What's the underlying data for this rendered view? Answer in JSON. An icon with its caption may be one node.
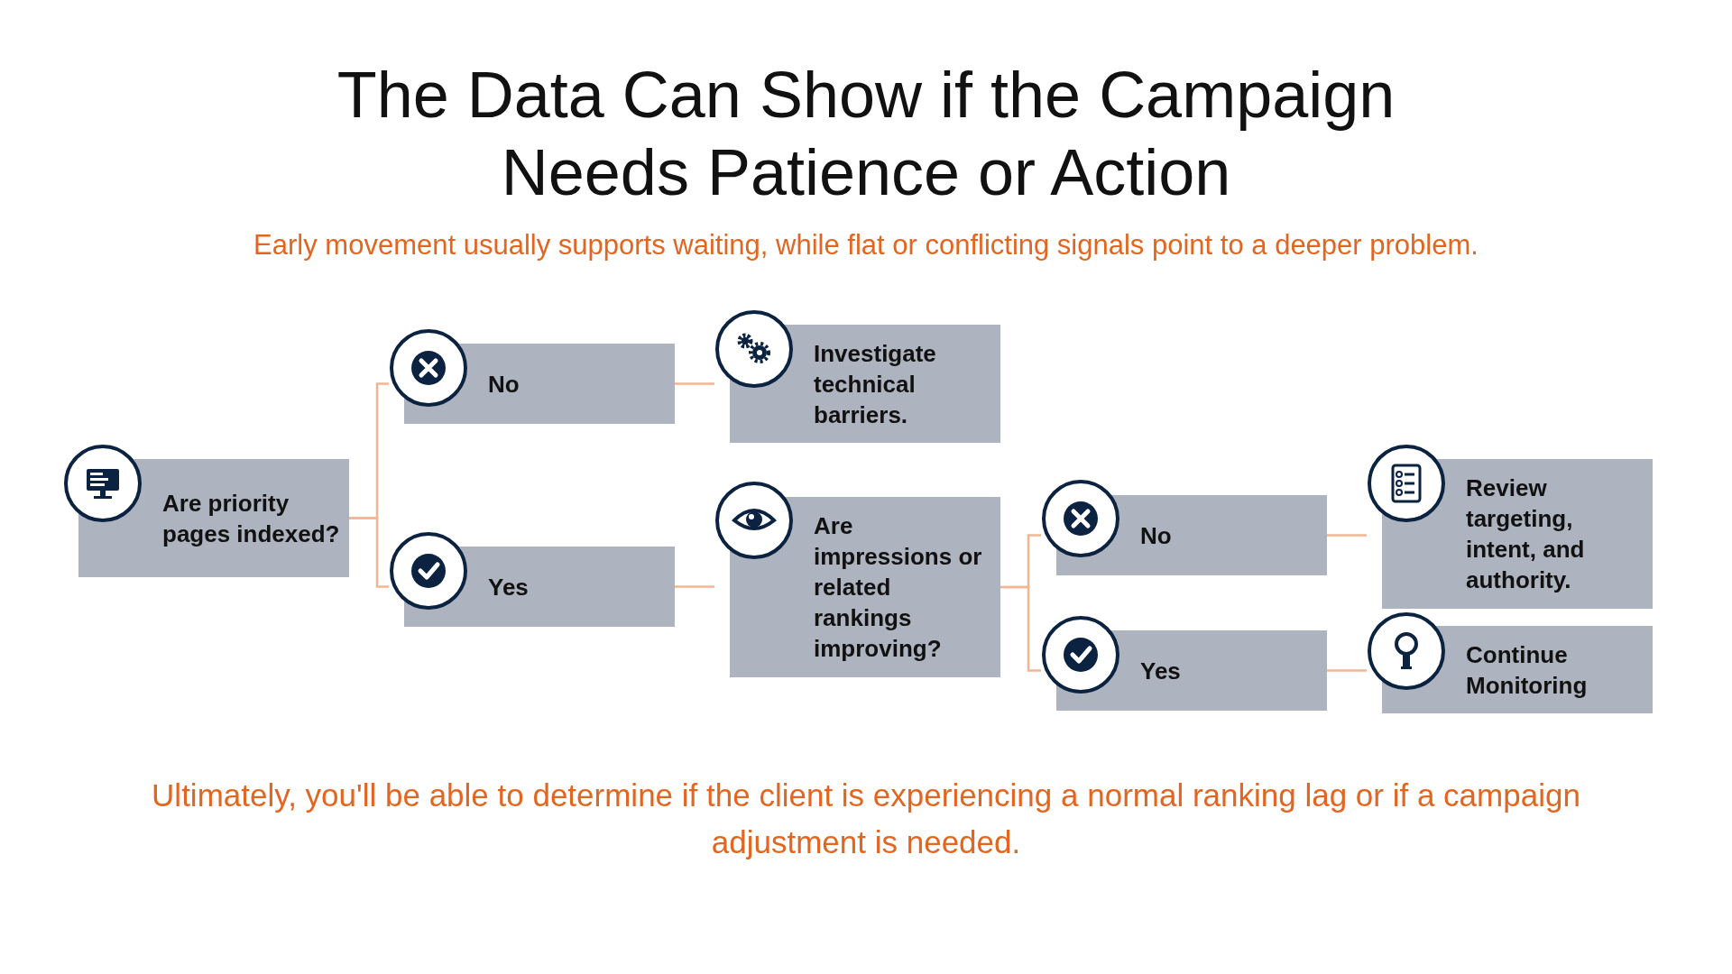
{
  "diagram": {
    "title": "The Data Can Show if the Campaign Needs Patience or Action",
    "labels": [
      "Early movement usually supports waiting, while flat or conflicting signals point to a deeper problem."
    ],
    "caption": "Ultimately, you'll be able to determine if the client is experiencing a normal ranking lag or if a campaign adjustment is needed.",
    "nodes": [
      {
        "text": [
          "Are priority pages indexed?"
        ]
      },
      {
        "text": [
          "No"
        ]
      },
      {
        "text": [
          "Yes"
        ]
      },
      {
        "text": [
          "Investigate technical barriers."
        ]
      },
      {
        "text": [
          "Are impressions or related rankings improving?"
        ]
      },
      {
        "text": [
          "No"
        ]
      },
      {
        "text": [
          "Yes"
        ]
      },
      {
        "text": [
          "Review targeting, intent, and authority."
        ]
      },
      {
        "text": [
          "Continue Monitoring"
        ]
      }
    ],
    "edges": [
      {
        "from": 0,
        "to": 1,
        "arrow": "none"
      },
      {
        "from": 0,
        "to": 2,
        "arrow": "none"
      },
      {
        "from": 1,
        "to": 3,
        "arrow": "none"
      },
      {
        "from": 2,
        "to": 4,
        "arrow": "none"
      },
      {
        "from": 4,
        "to": 5,
        "arrow": "none"
      },
      {
        "from": 4,
        "to": 6,
        "arrow": "none"
      },
      {
        "from": 5,
        "to": 7,
        "arrow": "none"
      },
      {
        "from": 6,
        "to": 8,
        "arrow": "none"
      }
    ]
  }
}
